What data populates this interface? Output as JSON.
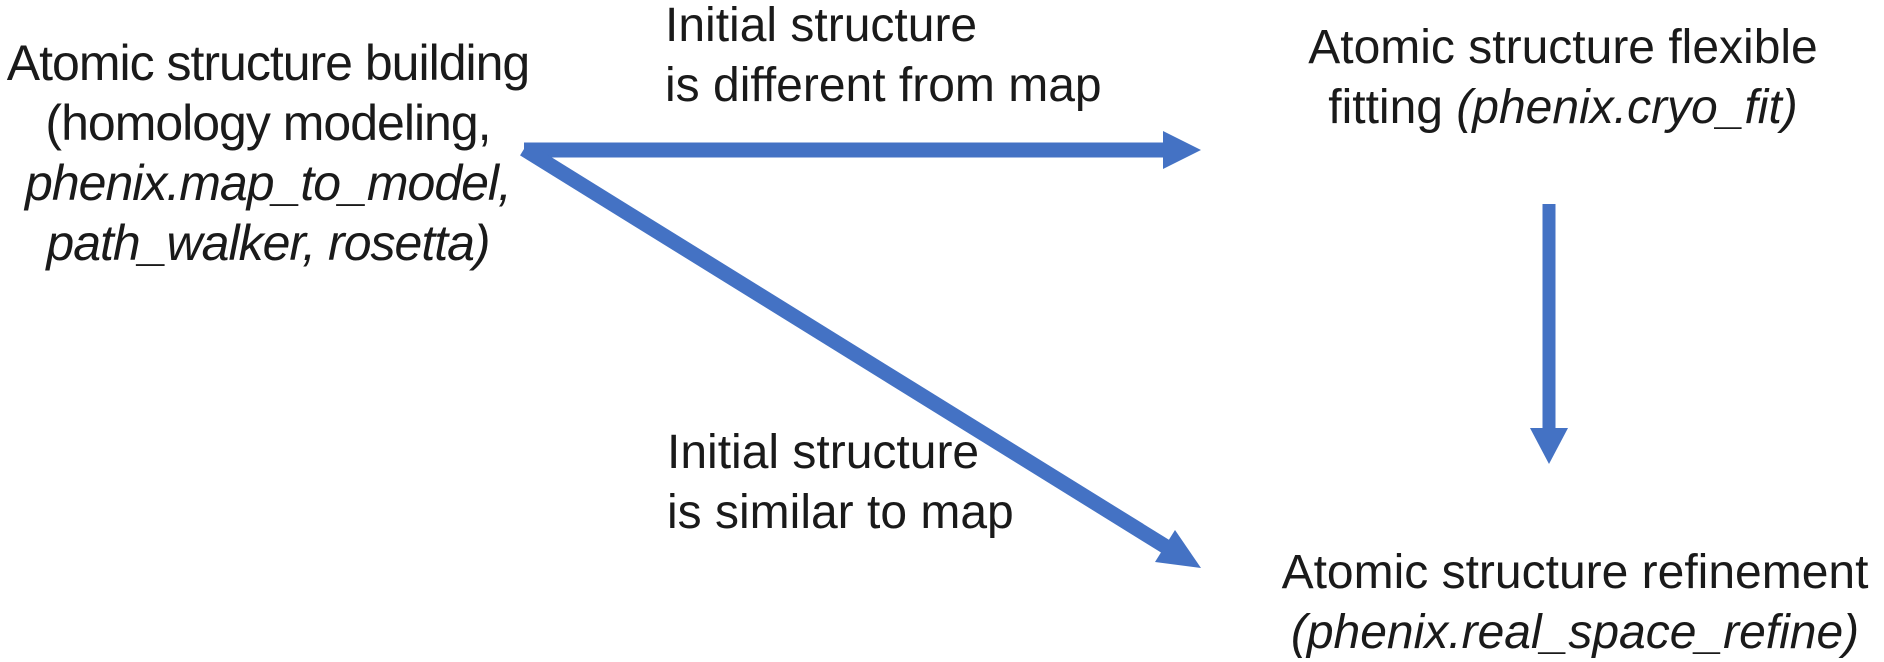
{
  "colors": {
    "arrow": "#4472C4",
    "text": "#1a1a1a",
    "background": "#ffffff"
  },
  "nodes": {
    "building": {
      "line1": "Atomic structure building",
      "line2": "(homology modeling,",
      "line3": "phenix.map_to_model,",
      "line4": "path_walker, rosetta)"
    },
    "flexible_fitting": {
      "line1": "Atomic structure flexible",
      "line2_prefix": "fitting ",
      "line2_italic": "(phenix.cryo_fit)"
    },
    "refinement": {
      "line1": "Atomic structure refinement",
      "line2_italic": "(phenix.real_space_refine)"
    }
  },
  "edge_labels": {
    "different": {
      "line1": "Initial structure",
      "line2": "is different from map"
    },
    "similar": {
      "line1": "Initial structure",
      "line2": "is similar to map"
    }
  },
  "arrows": [
    {
      "from": "building",
      "to": "flexible_fitting",
      "label": "Initial structure is different from map"
    },
    {
      "from": "building",
      "to": "refinement",
      "label": "Initial structure is similar to map"
    },
    {
      "from": "flexible_fitting",
      "to": "refinement",
      "label": ""
    }
  ]
}
